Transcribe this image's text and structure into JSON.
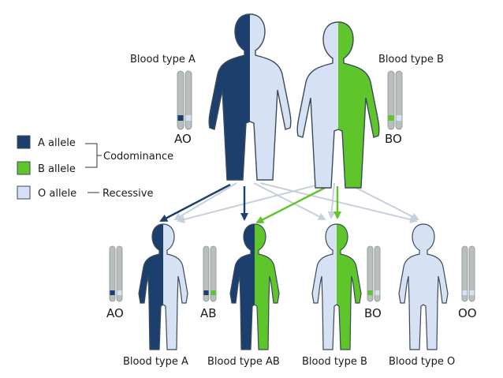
{
  "colors": {
    "a_allele": "#1c3f6e",
    "b_allele": "#5ec52b",
    "o_allele": "#d6e2f3",
    "outline": "#3a4a5c",
    "chromosome": "#b9bfbd",
    "chromosome_edge": "#8a9290",
    "arrow_light": "#c5d0dc",
    "text": "#1a1a1a"
  },
  "parents": [
    {
      "id": "mother",
      "label": "Blood type A",
      "genotype": "AO",
      "left": "a_allele",
      "right": "o_allele"
    },
    {
      "id": "father",
      "label": "Blood type B",
      "genotype": "BO",
      "left": "o_allele",
      "right": "b_allele"
    }
  ],
  "children": [
    {
      "id": "child-a",
      "label": "Blood type A",
      "genotype": "AO",
      "left": "a_allele",
      "right": "o_allele"
    },
    {
      "id": "child-ab",
      "label": "Blood type AB",
      "genotype": "AB",
      "left": "a_allele",
      "right": "b_allele"
    },
    {
      "id": "child-b",
      "label": "Blood type B",
      "genotype": "BO",
      "left": "o_allele",
      "right": "b_allele"
    },
    {
      "id": "child-o",
      "label": "Blood type O",
      "genotype": "OO",
      "left": "o_allele",
      "right": "o_allele"
    }
  ],
  "legend": {
    "items": [
      {
        "label": "A allele",
        "color": "a_allele"
      },
      {
        "label": "B allele",
        "color": "b_allele"
      },
      {
        "label": "O allele",
        "color": "o_allele"
      }
    ],
    "codominance": "Codominance",
    "recessive": "Recessive"
  }
}
